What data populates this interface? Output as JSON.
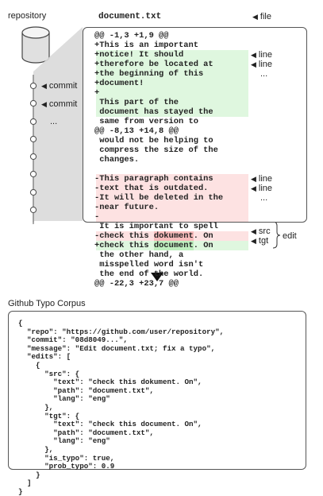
{
  "repository_label": "repository",
  "file_name": "document.txt",
  "file_tag": "file",
  "commit_tag": "commit",
  "commit_more": "...",
  "doc_lines": [
    {
      "text": "@@ -1,3 +1,9 @@",
      "kind": "header"
    },
    {
      "text": "+This is an important",
      "kind": "add"
    },
    {
      "text": "+notice! It should",
      "kind": "add"
    },
    {
      "text": "+therefore be located at",
      "kind": "add"
    },
    {
      "text": "+the beginning of this",
      "kind": "add"
    },
    {
      "text": "+document!",
      "kind": "add"
    },
    {
      "text": "+",
      "kind": "add"
    },
    {
      "text": " This part of the",
      "kind": "ctx"
    },
    {
      "text": " document has stayed the",
      "kind": "ctx"
    },
    {
      "text": " same from version to",
      "kind": "ctx"
    },
    {
      "text": "@@ -8,13 +14,8 @@",
      "kind": "header"
    },
    {
      "text": " would not be helping to",
      "kind": "ctx"
    },
    {
      "text": " compress the size of the",
      "kind": "ctx"
    },
    {
      "text": " changes.",
      "kind": "ctx"
    },
    {
      "text": "",
      "kind": "blank"
    },
    {
      "text": "-This paragraph contains",
      "kind": "del"
    },
    {
      "text": "-text that is outdated.",
      "kind": "del"
    },
    {
      "text": "-It will be deleted in the",
      "kind": "del"
    },
    {
      "text": "-near future.",
      "kind": "del"
    },
    {
      "text": "-",
      "kind": "del"
    },
    {
      "text": " It is important to spell",
      "kind": "ctx"
    }
  ],
  "edit_src": {
    "pre": "-check this ",
    "word": "dokument",
    "post": ". On"
  },
  "edit_tgt": {
    "pre": "+check this ",
    "word": "document",
    "post": ". On"
  },
  "tail_lines": [
    " the other hand, a",
    " misspelled word isn't",
    " the end of the world.",
    "@@ -22,3 +23,7 @@"
  ],
  "side_labels": {
    "line": "line",
    "more": "...",
    "src": "src",
    "tgt": "tgt",
    "edit": "edit"
  },
  "corpus_title": "Github Typo Corpus",
  "json_text": "{\n  \"repo\": \"https://github.com/user/repository\",\n  \"commit\": \"08d8049...\",\n  \"message\": \"Edit document.txt; fix a typo\",\n  \"edits\": [\n    {\n      \"src\": {\n        \"text\": \"check this dokument. On\",\n        \"path\": \"document.txt\",\n        \"lang\": \"eng\"\n      },\n      \"tgt\": {\n        \"text\": \"check this document. On\",\n        \"path\": \"document.txt\",\n        \"lang\": \"eng\"\n      },\n      \"is_typo\": true,\n      \"prob_typo\": 0.9\n    }\n  ]\n}",
  "colors": {
    "added_bg": "#dff7df",
    "deleted_bg": "#fde2e2",
    "typo_highlight": "#f8bcbc",
    "fix_highlight": "#bfeebf",
    "callout": "#d9d9d9"
  }
}
